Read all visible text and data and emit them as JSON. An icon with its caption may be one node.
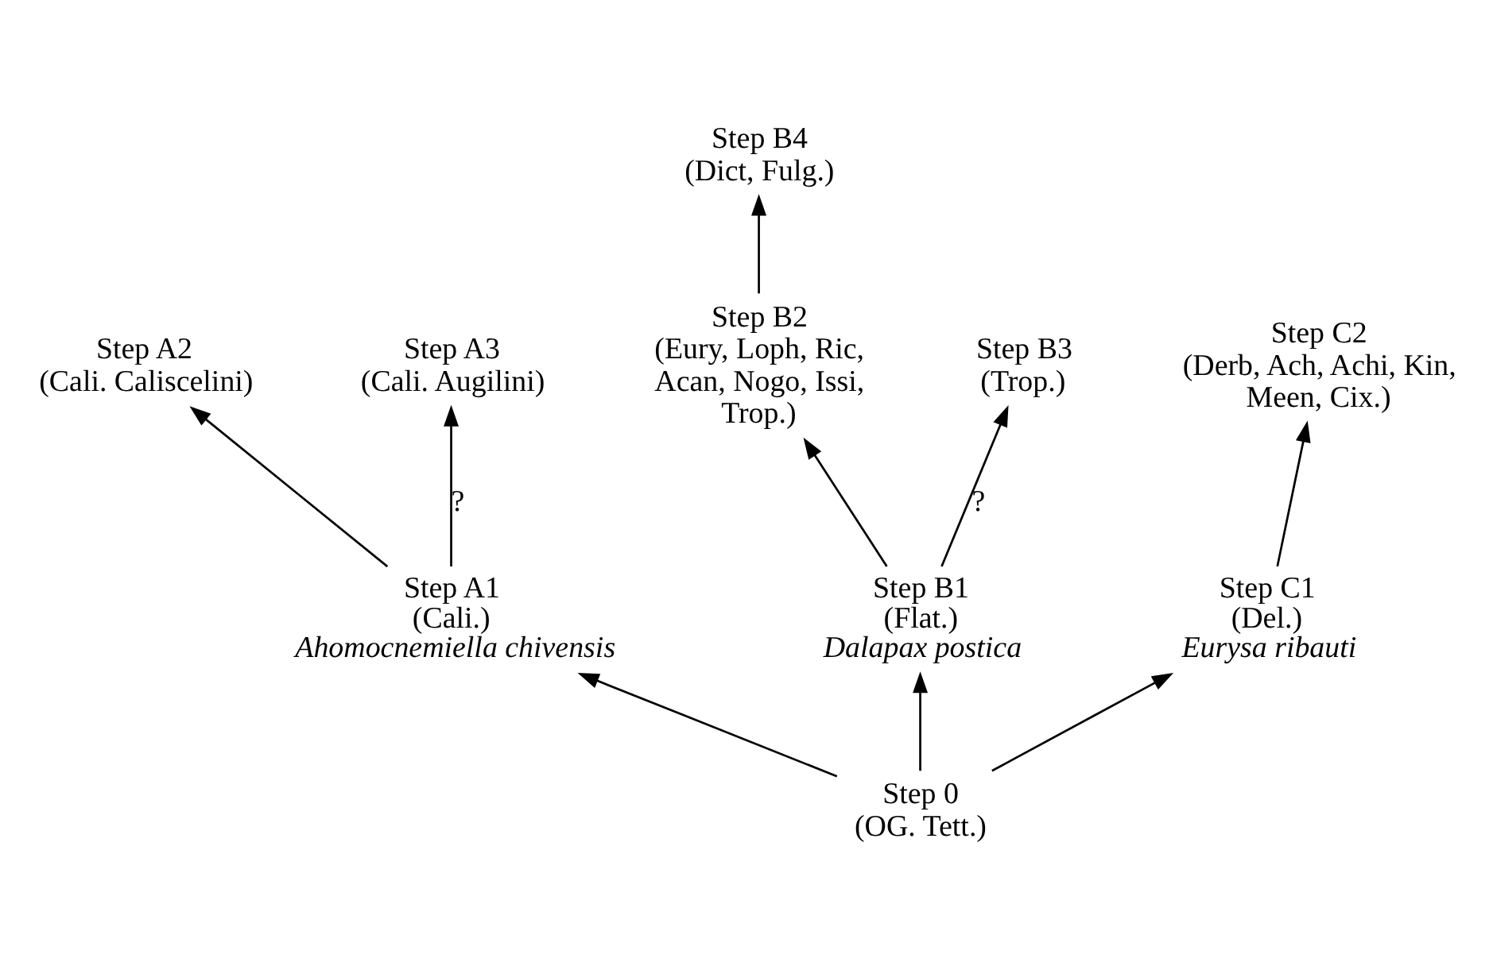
{
  "diagram": {
    "nodes": [
      {
        "text": [
          "Step 0",
          "(OG. Tett.)"
        ]
      },
      {
        "text": [
          "Step A1",
          "(Cali.)",
          "*Ahomocnemiella chivensis*"
        ]
      },
      {
        "text": [
          "Step A2",
          "(Cali. Caliscelini)"
        ]
      },
      {
        "text": [
          "Step A3",
          "(Cali. Augilini)"
        ]
      },
      {
        "text": [
          "Step B1",
          "(Flat.)",
          "*Dalapax postica*"
        ]
      },
      {
        "text": [
          "Step B2",
          "(Eury, Loph, Ric, Acan, Nogo, Issi, Trop.)"
        ]
      },
      {
        "text": [
          "Step B3",
          "(Trop.)"
        ]
      },
      {
        "text": [
          "Step B4",
          "(Dict, Fulg.)"
        ]
      },
      {
        "text": [
          "Step C1",
          "(Del.)",
          "*Eurysa ribauti*"
        ]
      },
      {
        "text": [
          "Step C2",
          "(Derb, Ach, Achi, Kin, Meen, Cix.)"
        ]
      }
    ],
    "edges": [
      {
        "from": 0,
        "to": 1,
        "arrow": "to"
      },
      {
        "from": 0,
        "to": 4,
        "arrow": "to"
      },
      {
        "from": 0,
        "to": 8,
        "arrow": "to"
      },
      {
        "from": 1,
        "to": 2,
        "arrow": "to"
      },
      {
        "from": 1,
        "to": 3,
        "arrow": "to",
        "label": "?"
      },
      {
        "from": 4,
        "to": 5,
        "arrow": "to"
      },
      {
        "from": 4,
        "to": 6,
        "arrow": "to",
        "label": "?"
      },
      {
        "from": 5,
        "to": 7,
        "arrow": "to"
      },
      {
        "from": 8,
        "to": 9,
        "arrow": "to"
      }
    ]
  }
}
